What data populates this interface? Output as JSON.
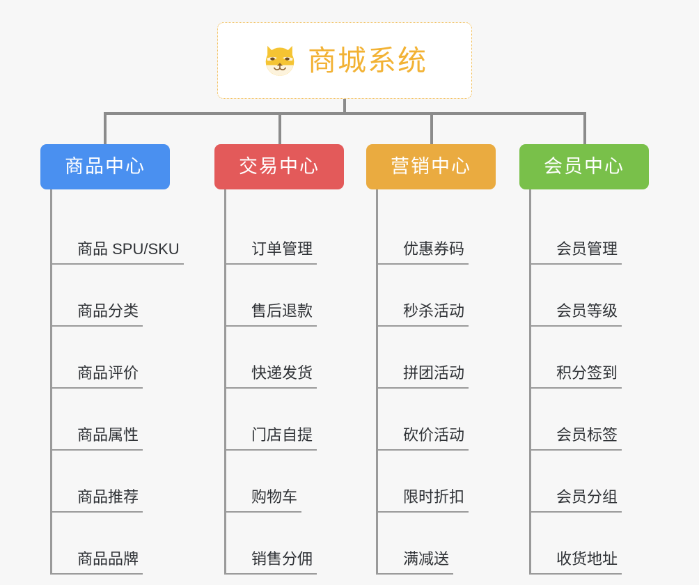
{
  "root": {
    "title": "商城系统",
    "icon": "dog-face-icon",
    "border_color": "#f0b849",
    "text_color": "#f2b234",
    "background": "#ffffff"
  },
  "canvas": {
    "background": "#f7f7f7",
    "connector_color": "#8b8b8b",
    "leaf_line_color": "#9a9a9a",
    "leaf_text_color": "#2f3236"
  },
  "columns": [
    {
      "id": "product-center",
      "label": "商品中心",
      "color": "#4a90f0",
      "items": [
        "商品 SPU/SKU",
        "商品分类",
        "商品评价",
        "商品属性",
        "商品推荐",
        "商品品牌"
      ]
    },
    {
      "id": "trade-center",
      "label": "交易中心",
      "color": "#e35a5a",
      "items": [
        "订单管理",
        "售后退款",
        "快递发货",
        "门店自提",
        "购物车",
        "销售分佣"
      ]
    },
    {
      "id": "marketing-center",
      "label": "营销中心",
      "color": "#eaab40",
      "items": [
        "优惠券码",
        "秒杀活动",
        "拼团活动",
        "砍价活动",
        "限时折扣",
        "满减送"
      ]
    },
    {
      "id": "member-center",
      "label": "会员中心",
      "color": "#79c04a",
      "items": [
        "会员管理",
        "会员等级",
        "积分签到",
        "会员标签",
        "会员分组",
        "收货地址"
      ]
    }
  ]
}
